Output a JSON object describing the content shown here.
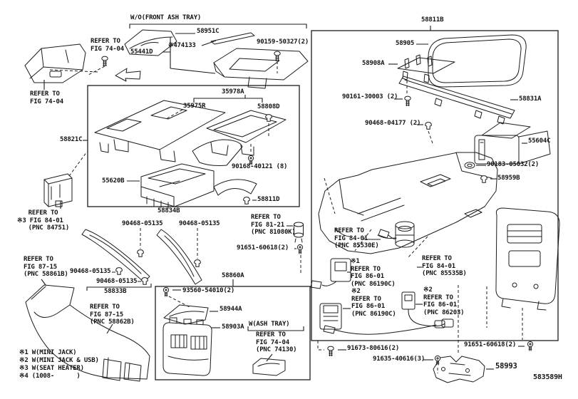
{
  "page": {
    "background": "#ffffff",
    "ink": "#1a1a1a"
  },
  "diagram": {
    "code": "583589H",
    "labels": {
      "wo_front_ash_tray": "W/O(FRONT ASH TRAY)",
      "p58951C": "58951C",
      "p474133": "※474133",
      "p55441D": "55441D",
      "p90159_50327": "90159-50327(2)",
      "refer_7404_a": "REFER TO\nFIG 74-04",
      "refer_7404_b": "REFER TO\nFIG 74-04",
      "p58821C": "58821C",
      "p35978A": "35978A",
      "p35975R": "35975R",
      "p58808D": "58808D",
      "p90168_40121": "90168-40121 (8)",
      "p55620B": "55620B",
      "p58811D": "58811D",
      "p58834B": "58834B",
      "refer_8401_84751": "   REFER TO\n※3 FIG 84-01\n   (PNC 84751)",
      "p90468_05135_a": "90468-05135",
      "p90468_05135_b": "90468-05135",
      "p90468_05135_c": "90468-05135",
      "p90468_05135_d": "90468-05135",
      "p58833B": "58833B",
      "refer_8715_58861B": "REFER TO\nFIG 87-15\n(PNC 58861B)",
      "refer_8715_58862B": "REFER TO\nFIG 87-15\n(PNC 58862B)",
      "note_1": "※1 W(MINI JACK)",
      "note_2": "※2 W(MINI JACK & USB)",
      "note_3": "※3 W(SEAT HEATER)",
      "note_4": "※4 (1008-      )",
      "p58860A": "58860A",
      "p93560_54010": "93560-54010(2)",
      "p58944A": "58944A",
      "p58903A": "58903A",
      "w_ash_tray": "W(ASH TRAY)",
      "refer_7404_74130": "REFER TO\nFIG 74-04\n(PNC 74130)",
      "p58811B": "58811B",
      "p58905": "58905",
      "p58908A": "58908A",
      "p90161_30003": "90161-30003 (2)",
      "p58831A": "58831A",
      "p90468_04177": "90468-04177 (2)",
      "p55604C": "55604C",
      "p90183_05032": "90183-05032(2)",
      "p58959B": "58959B",
      "refer_8121_81080K": "REFER TO\nFIG 81-21\n(PNC 81080K)",
      "p91651_60618_a": "91651-60618(2)",
      "refer_8401_85530E": "REFER TO\nFIG 84-01\n(PNC 85530E)",
      "refer_8601_86190C_1": "※1\nREFER TO\nFIG 86-01\n(PNC 86190C)",
      "refer_8601_86190C_2": "※2\nREFER TO\nFIG 86-01\n(PNC 86190C)",
      "refer_8401_85535B": "REFER TO\nFIG 84-01\n(PNC 85535B)",
      "refer_8601_86203": "※2\nREFER TO\nFIG 86-01\n(PNC 86203)",
      "p91673_80616": "91673-80616(2)",
      "p91635_40616": "91635-40616(3)",
      "p91651_60618_b": "91651-60618(2)",
      "p58993": "58993",
      "diagram_code": "583589H"
    }
  }
}
